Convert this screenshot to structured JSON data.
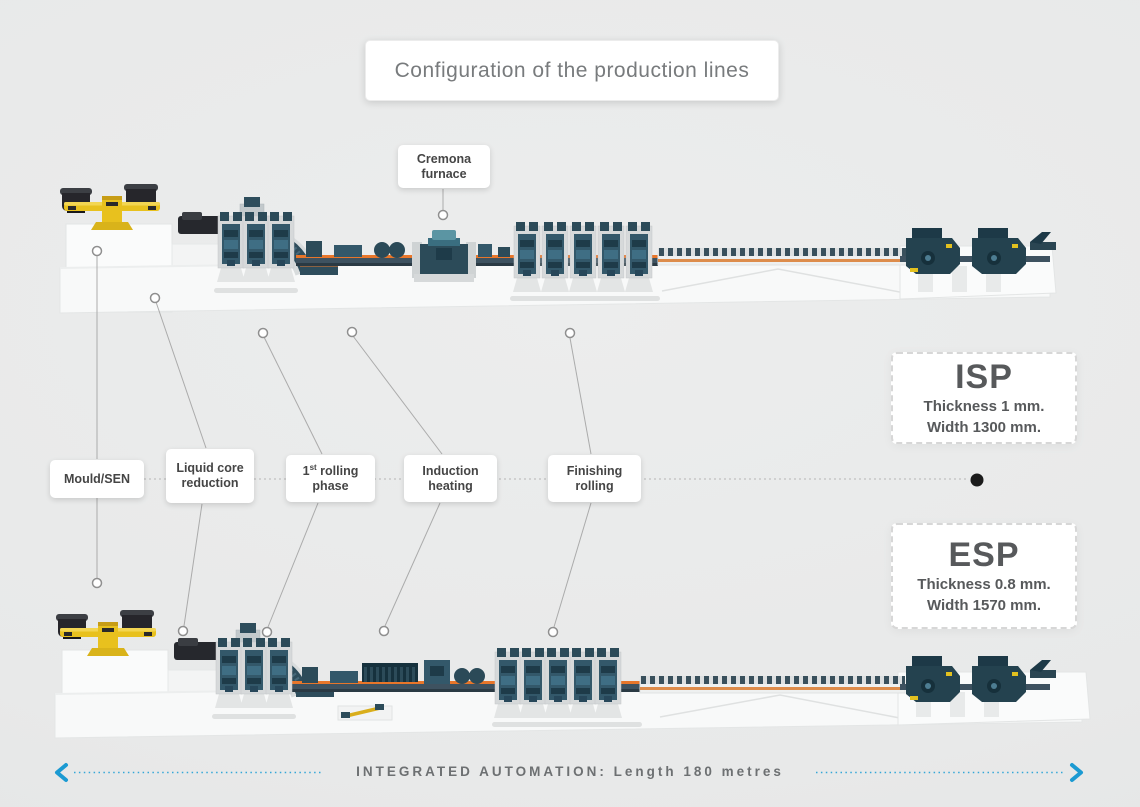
{
  "title": "Configuration of the production lines",
  "cremona_label": {
    "line1": "Cremona",
    "line2": "furnace"
  },
  "labels": [
    {
      "line1": "Mould/SEN",
      "line2": ""
    },
    {
      "line1": "Liquid core",
      "line2": "reduction"
    },
    {
      "num": "1",
      "sup": "st",
      "rest": " rolling",
      "line2": "phase"
    },
    {
      "line1": "Induction",
      "line2": "heating"
    },
    {
      "line1": "Finishing",
      "line2": "rolling"
    }
  ],
  "cards": {
    "isp": {
      "name": "ISP",
      "thickness": "Thickness 1 mm.",
      "width": "Width 1300 mm."
    },
    "esp": {
      "name": "ESP",
      "thickness": "Thickness 0.8 mm.",
      "width": "Width 1570 mm."
    }
  },
  "footer": {
    "text": "INTEGRATED AUTOMATION: Length 180 metres"
  },
  "icons": {
    "left_arrow": "left-dotted-arrow",
    "right_arrow": "right-dotted-arrow",
    "marker_rings": "leader-ring-markers",
    "end_dot": "black-end-dot"
  },
  "colors": {
    "accent_blue": "#1b9ad2",
    "machinery_teal": "#2c4b59",
    "hot_strip_orange": "#e8762a",
    "crane_yellow": "#e8c11e",
    "label_text": "#454545",
    "background": "#e8e9e9"
  }
}
